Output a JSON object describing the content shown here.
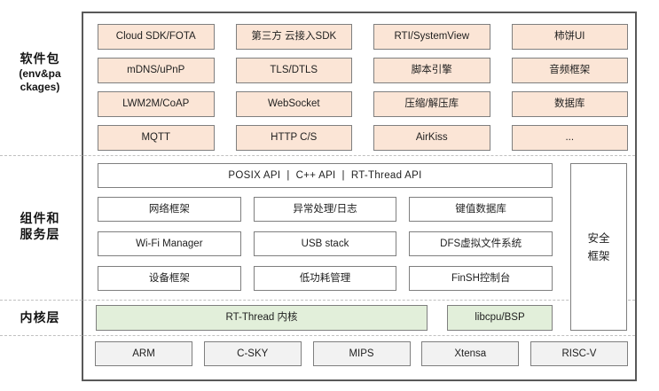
{
  "colors": {
    "pink": "#fbe5d6",
    "green": "#e2efda",
    "cpu_gray": "#f2f2f2",
    "box_border": "#7f7f7f",
    "frame_border": "#595959",
    "dash": "#c0c0c0",
    "text": "#1f1f1f"
  },
  "sidebar": {
    "packages_label_cn": "软件包",
    "packages_label_en_1": "(env&pa",
    "packages_label_en_2": "ckages)",
    "components_label_1": "组件和",
    "components_label_2": "服务层",
    "kernel_label": "内核层"
  },
  "packages": {
    "boxes": [
      "Cloud SDK/FOTA",
      "第三方 云接入SDK",
      "RTI/SystemView",
      "柿饼UI",
      "mDNS/uPnP",
      "TLS/DTLS",
      "脚本引擎",
      "音频框架",
      "LWM2M/CoAP",
      "WebSocket",
      "压缩/解压库",
      "数据库",
      "MQTT",
      "HTTP C/S",
      "AirKiss",
      "..."
    ]
  },
  "components": {
    "api_bar": "POSIX API  |  C++ API  |  RT-Thread API",
    "boxes": [
      "网络框架",
      "异常处理/日志",
      "键值数据库",
      "Wi-Fi Manager",
      "USB stack",
      "DFS虚拟文件系统",
      "设备框架",
      "低功耗管理",
      "FinSH控制台"
    ],
    "security_line_1": "安全",
    "security_line_2": "框架"
  },
  "kernel": {
    "core": "RT-Thread 内核",
    "libcpu": "libcpu/BSP"
  },
  "cpus": [
    "ARM",
    "C-SKY",
    "MIPS",
    "Xtensa",
    "RISC-V"
  ]
}
